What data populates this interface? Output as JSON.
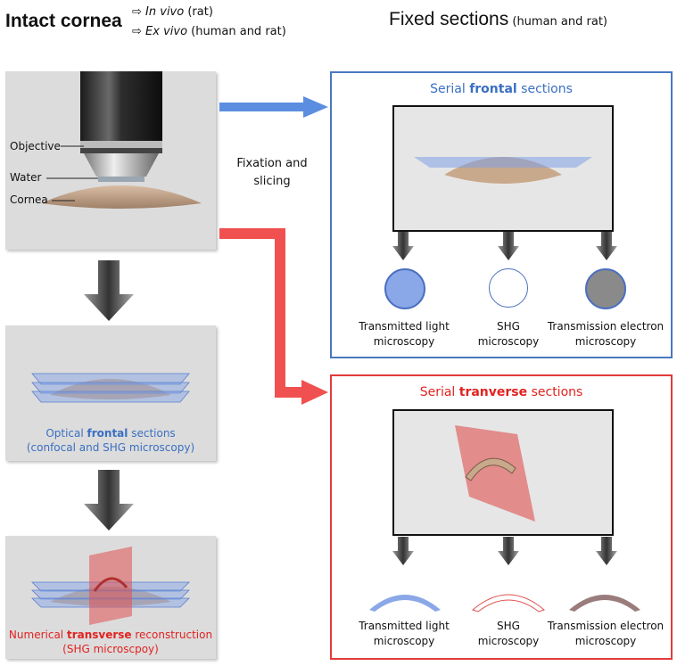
{
  "header": {
    "intact_title": "Intact cornea",
    "in_vivo_italic": "In vivo",
    "in_vivo_rest": " (rat)",
    "ex_vivo_italic": "Ex vivo",
    "ex_vivo_rest": " (human and rat)",
    "fixed_title": "Fixed sections",
    "fixed_subtitle": " (human and rat)"
  },
  "left_panel": {
    "labels": [
      "Objective",
      "Water",
      "Cornea"
    ],
    "optical_caption_line1_pre": "Optical ",
    "optical_caption_line1_bold": "frontal",
    "optical_caption_line1_post": " sections",
    "optical_caption_line2": "(confocal and SHG microscopy)",
    "numerical_caption_line1_pre": "Numerical ",
    "numerical_caption_line1_bold": "transverse",
    "numerical_caption_line1_post": " reconstruction",
    "numerical_caption_line2": "(SHG microscpoy)"
  },
  "middle": {
    "fixation_line1": "Fixation and",
    "fixation_line2": "slicing"
  },
  "frontal_panel": {
    "title_pre": "Serial ",
    "title_bold": "frontal",
    "title_post": " sections",
    "methods": [
      {
        "line1": "Transmitted light",
        "line2": "microscopy"
      },
      {
        "line1": "SHG",
        "line2": "microscopy"
      },
      {
        "line1": "Transmission electron",
        "line2": "microscopy"
      }
    ]
  },
  "transverse_panel": {
    "title_pre": "Serial ",
    "title_bold": "tranverse",
    "title_post": " sections",
    "methods": [
      {
        "line1": "Transmitted light",
        "line2": "microscopy"
      },
      {
        "line1": "SHG",
        "line2": "microscopy"
      },
      {
        "line1": "Transmission electron",
        "line2": "microscopy"
      }
    ]
  },
  "colors": {
    "blue_arrow": "#5b8ee0",
    "red_arrow": "#f05050",
    "frame_blue": "#4a78c0",
    "frame_red": "#e23b3b",
    "cornea": "#c9a98c"
  }
}
